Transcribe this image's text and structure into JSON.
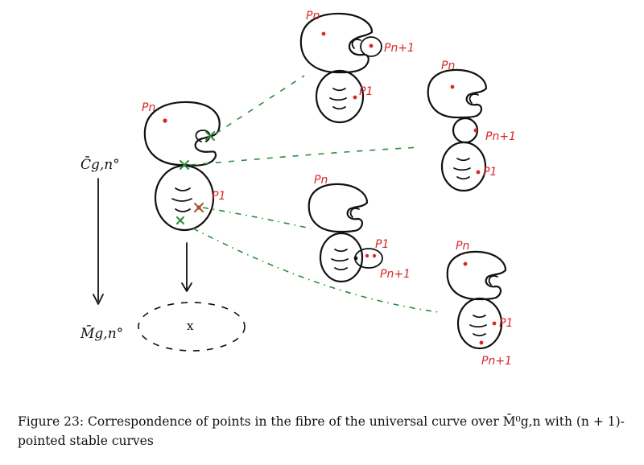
{
  "figure": {
    "labels": {
      "p_n": "Pn",
      "p_n_plus_1": "Pn+1",
      "p_1": "P1",
      "curve_space": "C̄g,n°",
      "moduli_space": "M̄g,n°",
      "point_x": "x"
    }
  },
  "caption": {
    "prefix": "Figure 23:",
    "text": "Correspondence of points in the fibre of the universal curve over M̄⁰g,n with (n + 1)-pointed stable curves"
  }
}
